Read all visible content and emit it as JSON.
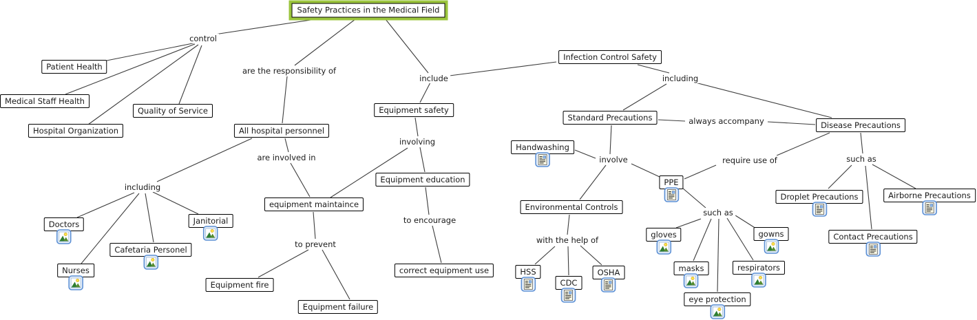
{
  "concept_map": {
    "title": {
      "label": "Safety Practices in the Medical Field"
    },
    "colors": {
      "title_highlight": "#9bc53d",
      "box_border": "#000000",
      "line": "#3c3c3c",
      "attachment_border": "#5b8fd4"
    },
    "concepts": {
      "patient_health": {
        "label": "Patient Health",
        "attachment": null
      },
      "medical_staff_health": {
        "label": "Medical Staff Health",
        "attachment": null
      },
      "quality_of_service": {
        "label": "Quality of Service",
        "attachment": null
      },
      "hospital_organization": {
        "label": "Hospital Organization",
        "attachment": null
      },
      "all_hospital_personnel": {
        "label": "All hospital personnel",
        "attachment": null
      },
      "doctors": {
        "label": "Doctors",
        "attachment": "image"
      },
      "nurses": {
        "label": "Nurses",
        "attachment": "image"
      },
      "cafetaria_personel": {
        "label": "Cafetaria Personel",
        "attachment": "image"
      },
      "janitorial": {
        "label": "Janitorial",
        "attachment": "image"
      },
      "equipment_maintaince": {
        "label": "equipment maintaince",
        "attachment": null
      },
      "equipment_fire": {
        "label": "Equipment fire",
        "attachment": null
      },
      "equipment_failure": {
        "label": "Equipment failure",
        "attachment": null
      },
      "equipment_safety": {
        "label": "Equipment safety",
        "attachment": null
      },
      "equipment_education": {
        "label": "Equipment education",
        "attachment": null
      },
      "correct_equipment_use": {
        "label": "correct equipment use",
        "attachment": null
      },
      "infection_control_safety": {
        "label": "Infection Control Safety",
        "attachment": null
      },
      "standard_precautions": {
        "label": "Standard Precautions",
        "attachment": null
      },
      "disease_precautions": {
        "label": "Disease Precautions",
        "attachment": null
      },
      "handwashing": {
        "label": "Handwashing",
        "attachment": "document"
      },
      "environmental_controls": {
        "label": "Environmental Controls",
        "attachment": null
      },
      "ppe": {
        "label": "PPE",
        "attachment": "document"
      },
      "hss": {
        "label": "HSS",
        "attachment": "document"
      },
      "cdc": {
        "label": "CDC",
        "attachment": "document"
      },
      "osha": {
        "label": "OSHA",
        "attachment": "document"
      },
      "gloves": {
        "label": "gloves",
        "attachment": "image"
      },
      "masks": {
        "label": "masks",
        "attachment": "image"
      },
      "eye_protection": {
        "label": "eye protection",
        "attachment": "image"
      },
      "respirators": {
        "label": "respirators",
        "attachment": "image"
      },
      "gowns": {
        "label": "gowns",
        "attachment": "image"
      },
      "droplet_precautions": {
        "label": "Droplet Precautions",
        "attachment": "document"
      },
      "airborne_precautions": {
        "label": "Airborne Precautions",
        "attachment": "document"
      },
      "contact_precautions": {
        "label": "Contact Precautions",
        "attachment": "document"
      }
    },
    "linking_phrases": {
      "control": {
        "label": "control"
      },
      "are_the_responsibility_of": {
        "label": "are the responsibility of"
      },
      "include": {
        "label": "include"
      },
      "including_personnel": {
        "label": "including"
      },
      "are_involved_in": {
        "label": "are involved in"
      },
      "to_prevent": {
        "label": "to prevent"
      },
      "involving": {
        "label": "involving"
      },
      "to_encourage": {
        "label": "to encourage"
      },
      "including_infection": {
        "label": "including"
      },
      "always_accompany": {
        "label": "always accompany"
      },
      "involve": {
        "label": "involve"
      },
      "with_the_help_of": {
        "label": "with the help of"
      },
      "such_as_ppe": {
        "label": "such as"
      },
      "require_use_of": {
        "label": "require use of"
      },
      "such_as_disease": {
        "label": "such as"
      }
    },
    "propositions": [
      {
        "from": "title",
        "link": "control",
        "to": [
          "patient_health",
          "medical_staff_health",
          "hospital_organization",
          "quality_of_service"
        ]
      },
      {
        "from": "title",
        "link": "are_the_responsibility_of",
        "to": [
          "all_hospital_personnel"
        ]
      },
      {
        "from": "title",
        "link": "include",
        "to": [
          "equipment_safety",
          "infection_control_safety"
        ]
      },
      {
        "from": "all_hospital_personnel",
        "link": "including_personnel",
        "to": [
          "doctors",
          "nurses",
          "cafetaria_personel",
          "janitorial"
        ]
      },
      {
        "from": "all_hospital_personnel",
        "link": "are_involved_in",
        "to": [
          "equipment_maintaince"
        ]
      },
      {
        "from": "equipment_safety",
        "link": "involving",
        "to": [
          "equipment_education",
          "equipment_maintaince"
        ]
      },
      {
        "from": "equipment_maintaince",
        "link": "to_prevent",
        "to": [
          "equipment_fire",
          "equipment_failure"
        ]
      },
      {
        "from": "equipment_education",
        "link": "to_encourage",
        "to": [
          "correct_equipment_use"
        ]
      },
      {
        "from": "infection_control_safety",
        "link": "including_infection",
        "to": [
          "standard_precautions",
          "disease_precautions"
        ]
      },
      {
        "from": "standard_precautions",
        "link": "always_accompany",
        "to": [
          "disease_precautions"
        ]
      },
      {
        "from": "standard_precautions",
        "link": "involve",
        "to": [
          "handwashing",
          "environmental_controls",
          "ppe"
        ]
      },
      {
        "from": "environmental_controls",
        "link": "with_the_help_of",
        "to": [
          "hss",
          "cdc",
          "osha"
        ]
      },
      {
        "from": "ppe",
        "link": "such_as_ppe",
        "to": [
          "gloves",
          "masks",
          "eye_protection",
          "respirators",
          "gowns"
        ]
      },
      {
        "from": "disease_precautions",
        "link": "require_use_of",
        "to": [
          "ppe"
        ]
      },
      {
        "from": "disease_precautions",
        "link": "such_as_disease",
        "to": [
          "droplet_precautions",
          "airborne_precautions",
          "contact_precautions"
        ]
      }
    ]
  }
}
